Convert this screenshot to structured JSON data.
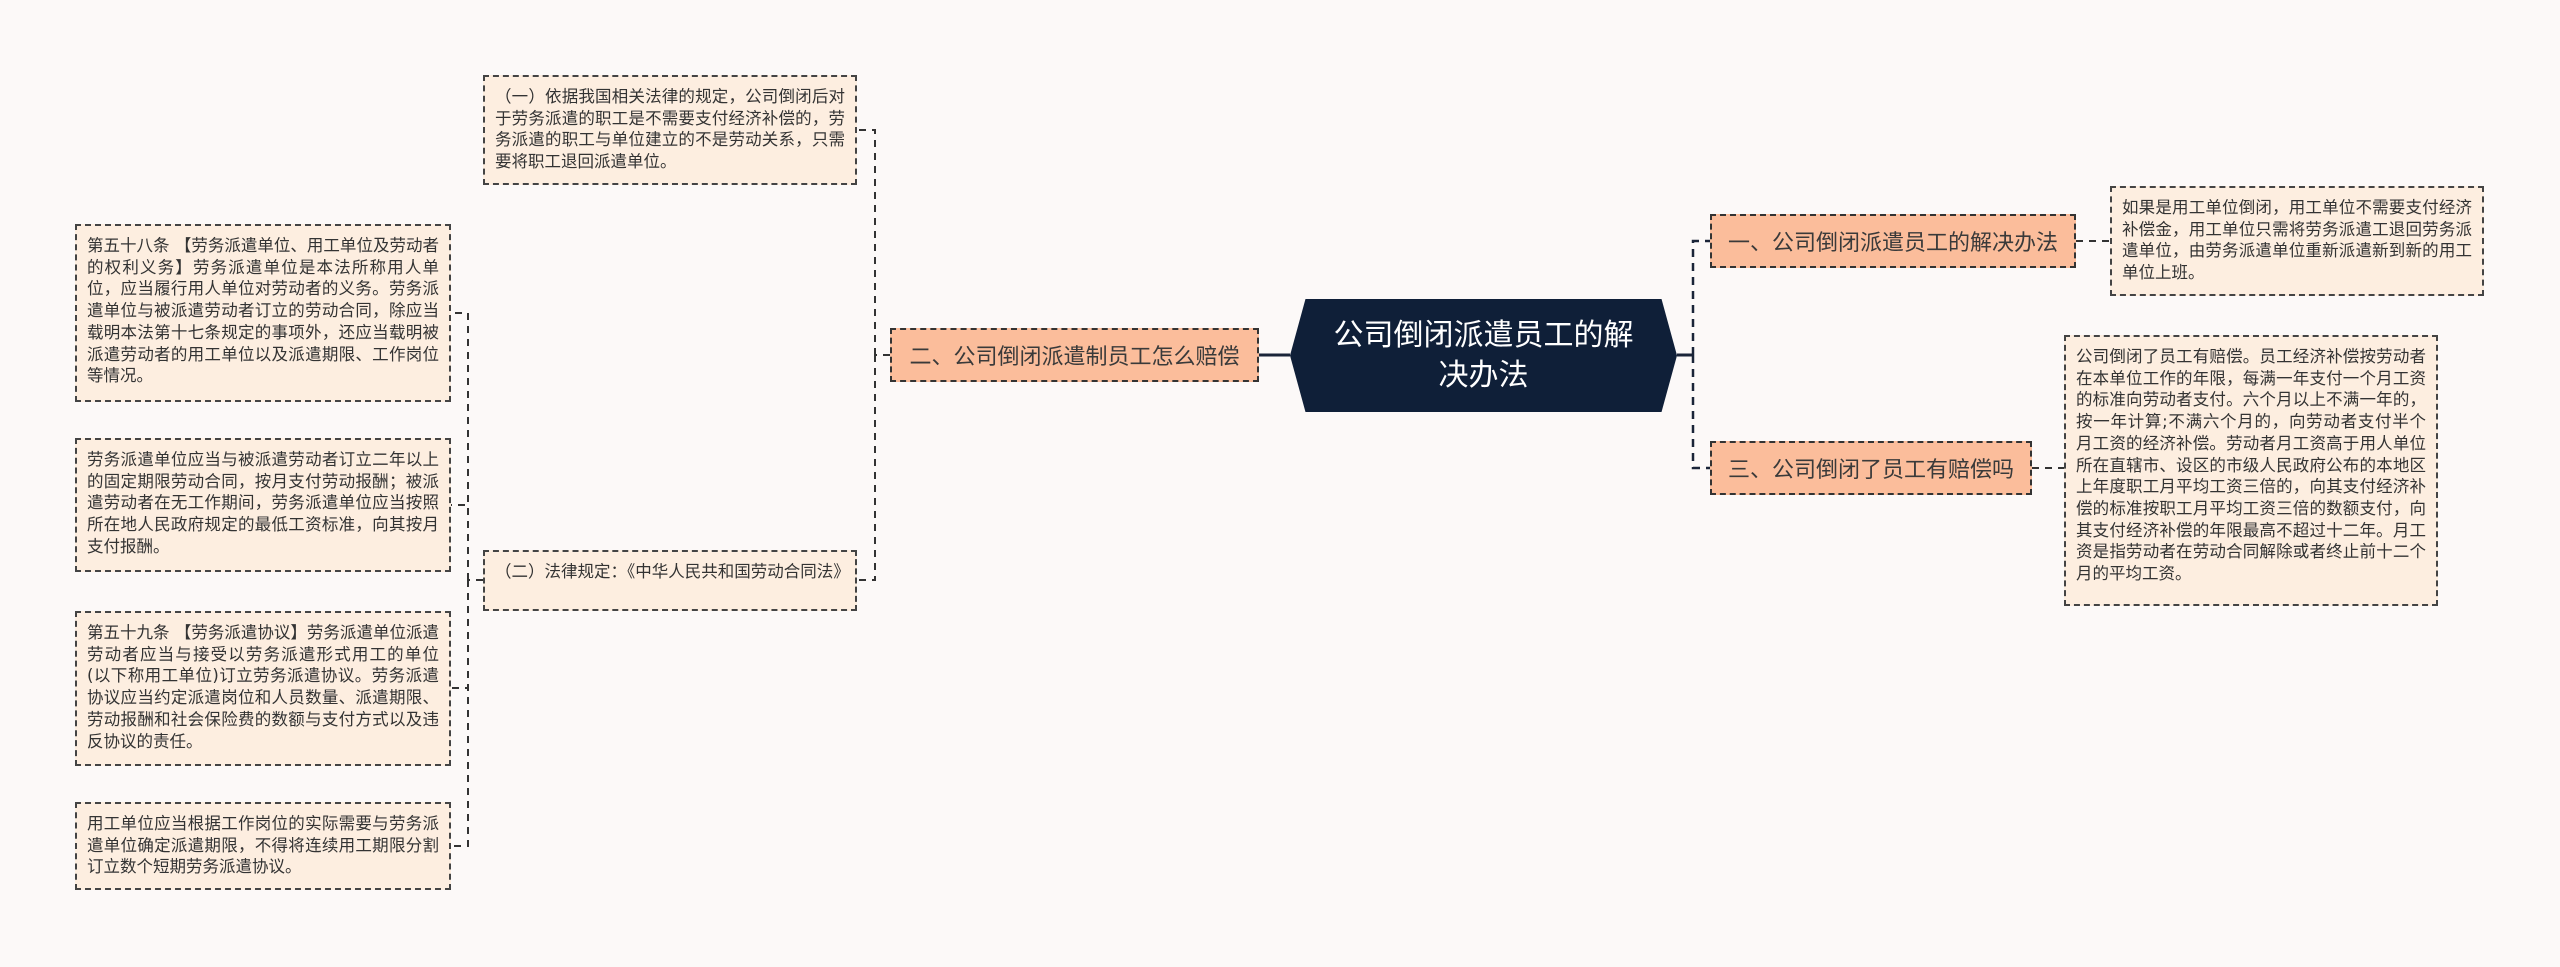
{
  "root": {
    "label": "公司倒闭派遣员工的解决办法"
  },
  "branches": {
    "b1": {
      "label": "一、公司倒闭派遣员工的解决办法",
      "leaves": [
        "如果是用工单位倒闭，用工单位不需要支付经济补偿金，用工单位只需将劳务派遣工退回劳务派遣单位，由劳务派遣单位重新派遣新到新的用工单位上班。"
      ]
    },
    "b2": {
      "label": "二、公司倒闭派遣制员工怎么赔偿",
      "sub1": {
        "label": "（一）依据我国相关法律的规定，公司倒闭后对于劳务派遣的职工是不需要支付经济补偿的，劳务派遣的职工与单位建立的不是劳动关系，只需要将职工退回派遣单位。"
      },
      "sub2": {
        "label": "（二）法律规定：《中华人民共和国劳动合同法》",
        "leaves": [
          "第五十八条 【劳务派遣单位、用工单位及劳动者的权利义务】劳务派遣单位是本法所称用人单位，应当履行用人单位对劳动者的义务。劳务派遣单位与被派遣劳动者订立的劳动合同，除应当载明本法第十七条规定的事项外，还应当载明被派遣劳动者的用工单位以及派遣期限、工作岗位等情况。",
          "劳务派遣单位应当与被派遣劳动者订立二年以上的固定期限劳动合同，按月支付劳动报酬；被派遣劳动者在无工作期间，劳务派遣单位应当按照所在地人民政府规定的最低工资标准，向其按月支付报酬。",
          "第五十九条 【劳务派遣协议】劳务派遣单位派遣劳动者应当与接受以劳务派遣形式用工的单位(以下称用工单位)订立劳务派遣协议。劳务派遣协议应当约定派遣岗位和人员数量、派遣期限、劳动报酬和社会保险费的数额与支付方式以及违反协议的责任。",
          "用工单位应当根据工作岗位的实际需要与劳务派遣单位确定派遣期限，不得将连续用工期限分割订立数个短期劳务派遣协议。"
        ]
      }
    },
    "b3": {
      "label": "三、公司倒闭了员工有赔偿吗",
      "leaves": [
        "公司倒闭了员工有赔偿。员工经济补偿按劳动者在本单位工作的年限，每满一年支付一个月工资的标准向劳动者支付。六个月以上不满一年的，按一年计算;不满六个月的，向劳动者支付半个月工资的经济补偿。劳动者月工资高于用人单位所在直辖市、设区的市级人民政府公布的本地区上年度职工月平均工资三倍的，向其支付经济补偿的标准按职工月平均工资三倍的数额支付，向其支付经济补偿的年限最高不超过十二年。月工资是指劳动者在劳动合同解除或者终止前十二个月的平均工资。"
      ]
    }
  },
  "colors": {
    "root": "#0f1f38",
    "branch": "#fbbd9b",
    "leaf": "#fdeee0",
    "background": "#fcf9f8"
  }
}
